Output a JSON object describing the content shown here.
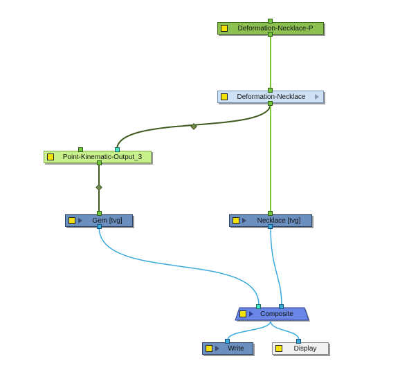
{
  "nodes": {
    "deformation_necklace_p": {
      "label": "Deformation-Necklace-P"
    },
    "deformation_necklace": {
      "label": "Deformation-Necklace"
    },
    "point_kinematic": {
      "label": "Point-Kinematic-Output_3"
    },
    "gem": {
      "label": "Gem  [tvg]"
    },
    "necklace": {
      "label": "Necklace  [tvg]"
    },
    "composite": {
      "label": "Composite"
    },
    "write": {
      "label": "Write"
    },
    "display": {
      "label": "Display"
    }
  },
  "colors": {
    "deformation_wire": "#7cc832",
    "kinematic_wire": "#3f5a1c",
    "image_wire": "#3aa9dc",
    "deformation_node": "#8cc152",
    "peg_node": "#c8f08c",
    "element_node": "#6b8fbf",
    "composite_node": "#6a86e6"
  },
  "icons": {
    "enable": "enable-toggle-icon",
    "expand": "expand-arrow-icon"
  }
}
